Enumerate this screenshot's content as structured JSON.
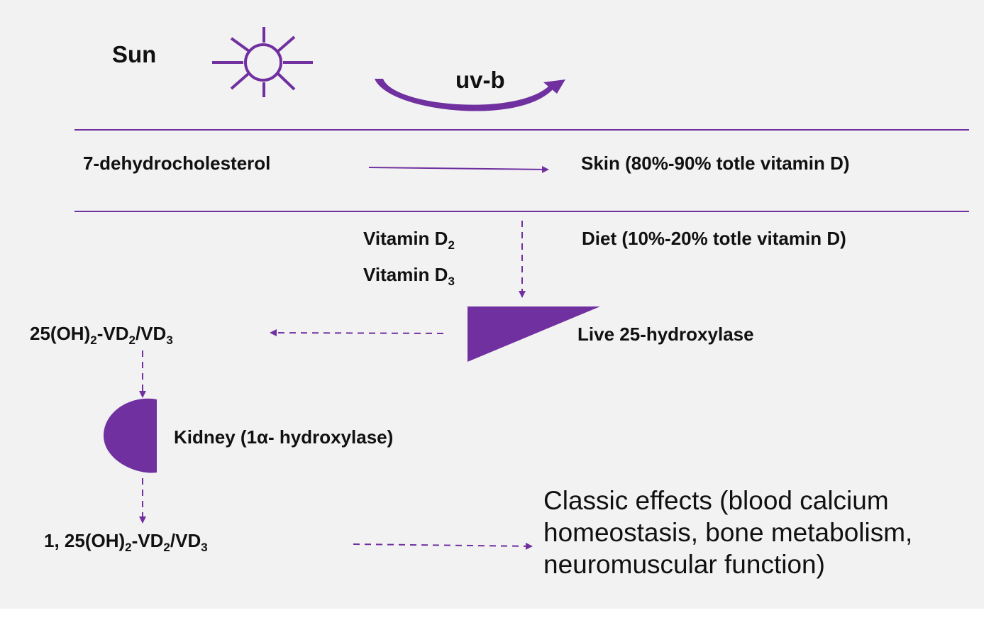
{
  "colors": {
    "accent": "#7030a0",
    "background": "#f2f2f2",
    "text": "#111111"
  },
  "labels": {
    "sun": "Sun",
    "uvb": "uv-b",
    "dehydrocholesterol": "7-dehydrocholesterol",
    "skin": "Skin (80%-90% totle vitamin D)",
    "vitamin_d2": {
      "base": "Vitamin D",
      "sub": "2"
    },
    "vitamin_d3": {
      "base": "Vitamin D",
      "sub": "3"
    },
    "diet": "Diet (10%-20% totle vitamin D)",
    "oh25": {
      "part1": "25(OH)",
      "sub1": "2",
      "part2": "-VD",
      "sub2": "2",
      "part3": "/VD",
      "sub3": "3"
    },
    "liver": "Live 25-hydroxylase",
    "kidney": "Kidney (1α- hydroxylase)",
    "oh125": {
      "part1": "1, 25(OH)",
      "sub1": "2",
      "part2": "-VD",
      "sub2": "2",
      "part3": "/VD",
      "sub3": "3"
    },
    "effects": "Classic effects (blood calcium homeostasis, bone metabolism, neuromuscular function)"
  },
  "icons": [
    "sun-icon",
    "liver-wedge-icon",
    "kidney-icon"
  ]
}
